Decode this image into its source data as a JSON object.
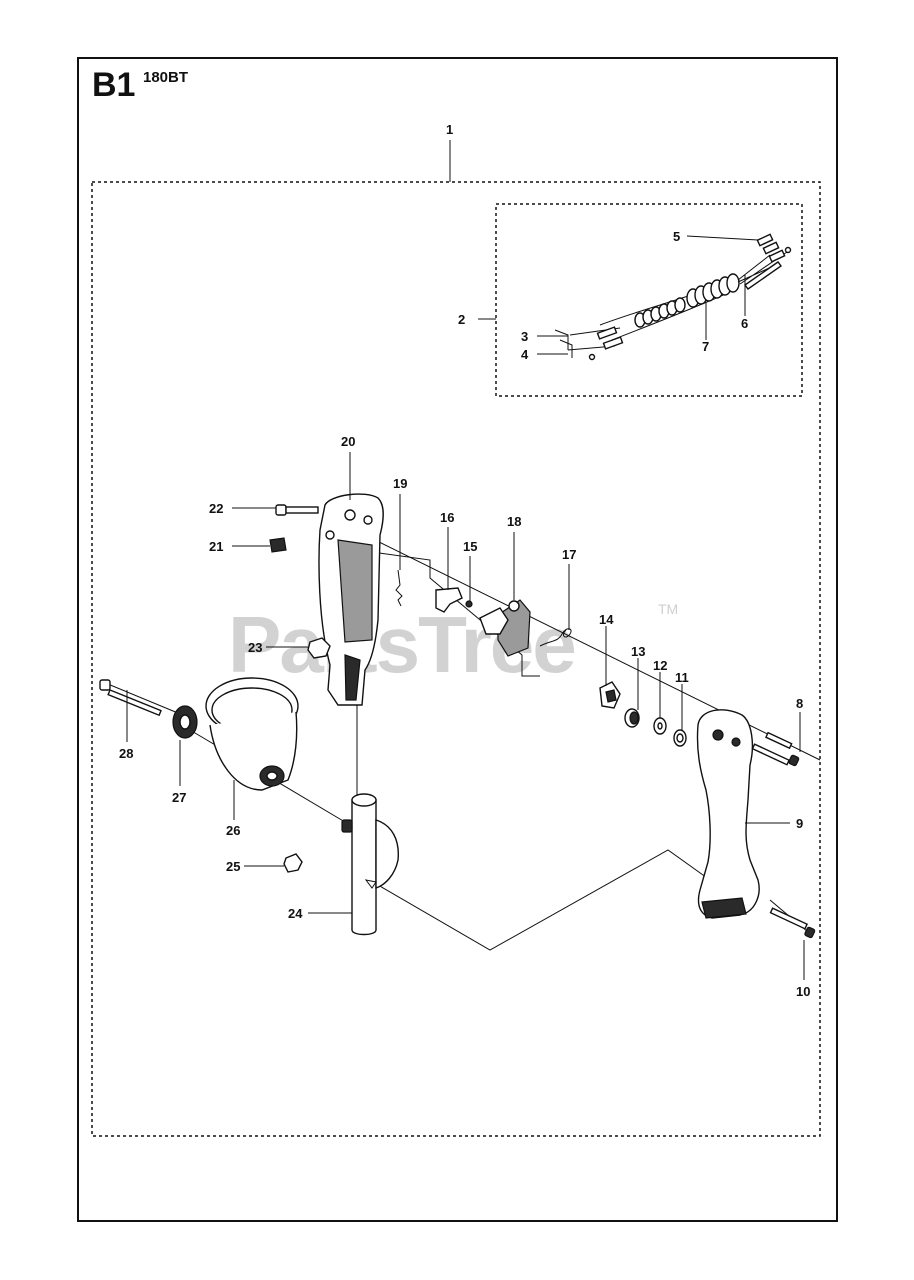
{
  "header": {
    "sheet_code": "B1",
    "model": "180BT"
  },
  "watermark": {
    "text": "PartsTree",
    "tm": "TM"
  },
  "callouts": [
    "1",
    "2",
    "3",
    "4",
    "5",
    "6",
    "7",
    "8",
    "9",
    "10",
    "11",
    "12",
    "13",
    "14",
    "15",
    "16",
    "17",
    "18",
    "19",
    "20",
    "21",
    "22",
    "23",
    "24",
    "25",
    "26",
    "27",
    "28"
  ]
}
